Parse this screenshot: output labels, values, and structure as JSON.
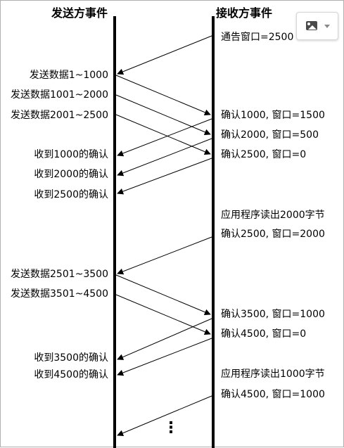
{
  "headers": {
    "sender": "发送方事件",
    "receiver": "接收方事件"
  },
  "sender_events": [
    "发送数据1~1000",
    "发送数据1001~2000",
    "发送数据2001~2500",
    "收到1000的确认",
    "收到2000的确认",
    "收到2500的确认",
    "发送数据2501~3500",
    "发送数据3501~4500",
    "收到3500的确认",
    "收到4500的确认"
  ],
  "receiver_events": [
    "通告窗口=2500",
    "确认1000, 窗口=1500",
    "确认2000, 窗口=500",
    "确认2500, 窗口=0",
    "应用程序读出2000字节",
    "确认2500, 窗口=2000",
    "确认3500, 窗口=1000",
    "确认4500, 窗口=0",
    "应用程序读出1000字节",
    "确认4500, 窗口=1000"
  ],
  "continuation": "⋮",
  "image_button_icon": "image-icon"
}
